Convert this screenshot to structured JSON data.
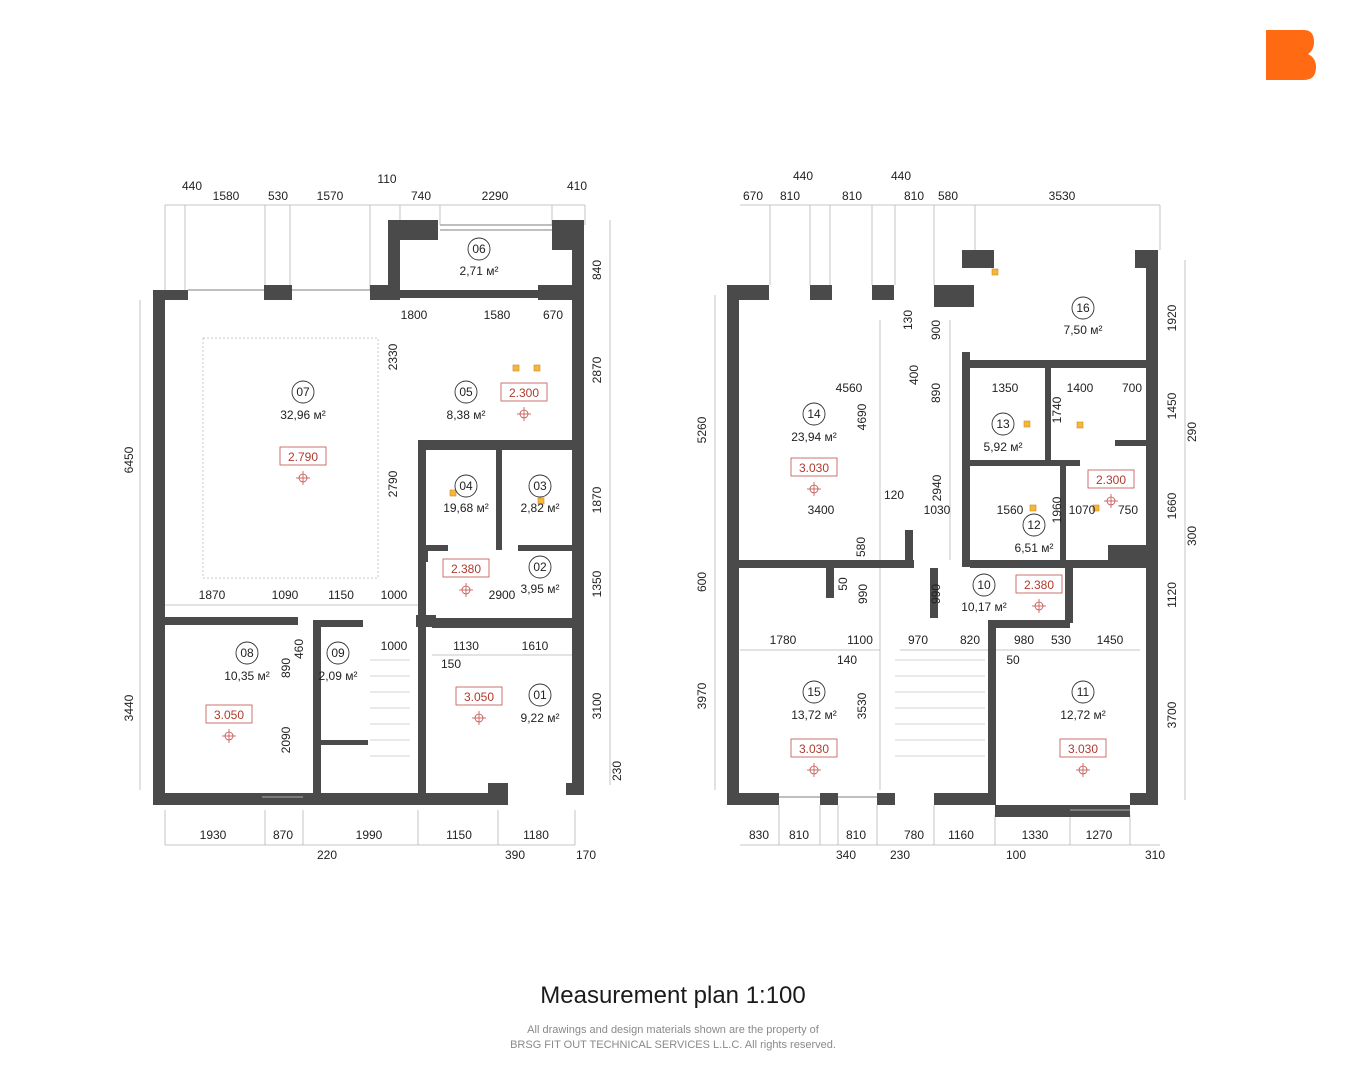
{
  "brand": {
    "logo_color": "#ff6a13"
  },
  "colors": {
    "wall": "#4a4a4a",
    "height_label": "#b03a2e",
    "dim_line": "#9a9a9a",
    "marker": "#f5b63c"
  },
  "title": "Measurement plan 1:100",
  "footer": {
    "line1": "All drawings and design materials shown are the property of",
    "line2": "BRSG FIT OUT TECHNICAL SERVICES L.L.C. All rights reserved."
  },
  "plans": [
    {
      "rooms": [
        {
          "num": "01",
          "area": "9,22 м²",
          "height": "3.050"
        },
        {
          "num": "02",
          "area": "3,95 м²",
          "height": "2.380"
        },
        {
          "num": "03",
          "area": "2,82 м²"
        },
        {
          "num": "04",
          "area": "19,68 м²"
        },
        {
          "num": "05",
          "area": "8,38 м²",
          "height": "2.300"
        },
        {
          "num": "06",
          "area": "2,71 м²"
        },
        {
          "num": "07",
          "area": "32,96 м²",
          "height": "2.790"
        },
        {
          "num": "08",
          "area": "10,35 м²",
          "height": "3.050"
        },
        {
          "num": "09",
          "area": "2,09 м²"
        }
      ],
      "dims": [
        "440",
        "1580",
        "530",
        "1570",
        "110",
        "740",
        "2290",
        "410",
        "840",
        "1800",
        "1580",
        "670",
        "2330",
        "2870",
        "6450",
        "2790",
        "1870",
        "1870",
        "1090",
        "1150",
        "1000",
        "1350",
        "2900",
        "1000",
        "460",
        "890",
        "1130",
        "1610",
        "150",
        "3440",
        "2090",
        "3100",
        "230",
        "1930",
        "870",
        "1990",
        "1150",
        "1180",
        "220",
        "390",
        "170"
      ]
    },
    {
      "rooms": [
        {
          "num": "10",
          "area": "10,17 м²",
          "height": "2.380"
        },
        {
          "num": "11",
          "area": "12,72 м²",
          "height": "3.030"
        },
        {
          "num": "12",
          "area": "6,51 м²",
          "height": "2.300"
        },
        {
          "num": "13",
          "area": "5,92 м²"
        },
        {
          "num": "14",
          "area": "23,94 м²",
          "height": "3.030"
        },
        {
          "num": "15",
          "area": "13,72 м²",
          "height": "3.030"
        },
        {
          "num": "16",
          "area": "7,50 м²"
        }
      ],
      "dims": [
        "440",
        "440",
        "670",
        "810",
        "810",
        "810",
        "580",
        "3530",
        "1920",
        "130",
        "900",
        "400",
        "890",
        "4560",
        "4690",
        "1350",
        "1400",
        "700",
        "1740",
        "1450",
        "290",
        "5260",
        "3400",
        "120",
        "2940",
        "1030",
        "1560",
        "1960",
        "1070",
        "750",
        "1660",
        "300",
        "580",
        "600",
        "50",
        "990",
        "990",
        "1120",
        "1780",
        "1100",
        "140",
        "970",
        "820",
        "980",
        "530",
        "1450",
        "50",
        "3970",
        "3530",
        "3700",
        "830",
        "810",
        "810",
        "780",
        "1160",
        "1330",
        "1270",
        "340",
        "230",
        "100",
        "310"
      ]
    }
  ]
}
